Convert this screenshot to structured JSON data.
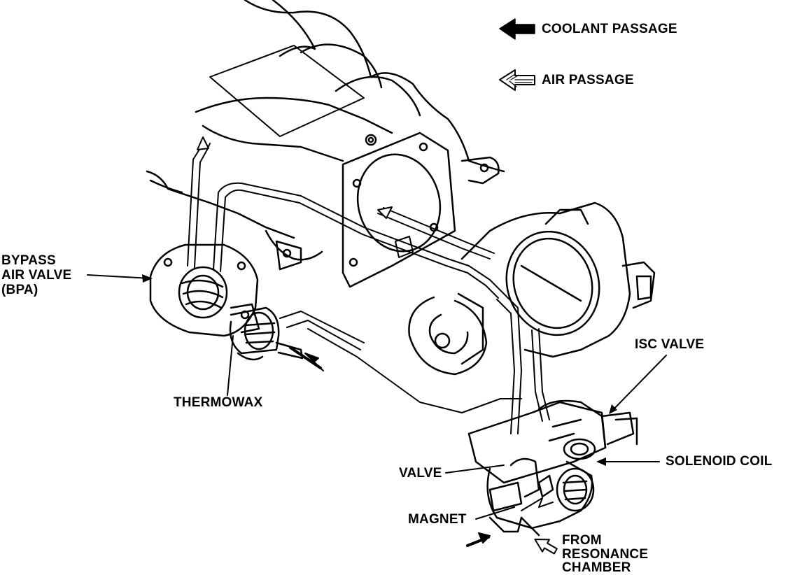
{
  "legend": {
    "coolant": "COOLANT PASSAGE",
    "air": "AIR PASSAGE"
  },
  "labels": {
    "bpa": [
      "BYPASS",
      "AIR VALVE",
      "(BPA)"
    ],
    "thermowax": "THERMOWAX",
    "isc_valve": "ISC VALVE",
    "solenoid_coil": "SOLENOID COIL",
    "valve": "VALVE",
    "magnet": "MAGNET",
    "from_resonance": [
      "FROM",
      "RESONANCE",
      "CHAMBER"
    ]
  }
}
